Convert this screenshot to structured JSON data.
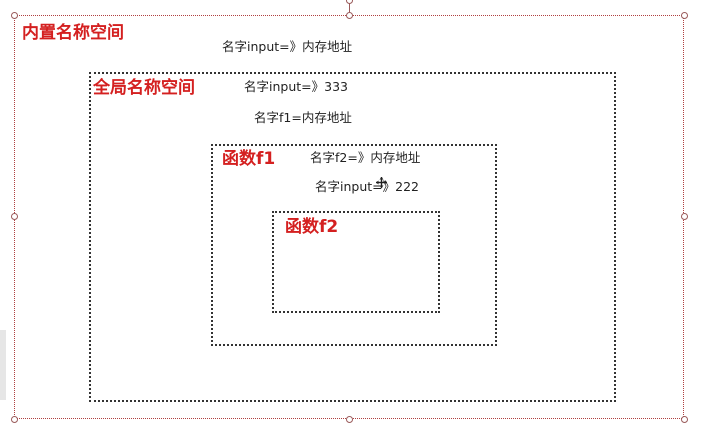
{
  "scopes": {
    "builtin": {
      "title": "内置名称空间",
      "note": "名字input=》内存地址"
    },
    "global": {
      "title": "全局名称空间",
      "note_input": "名字input=》333",
      "note_f1": "名字f1=内存地址"
    },
    "func_f1": {
      "title": "函数f1",
      "note_f2": "名字f2=》内存地址",
      "note_input": "名字input=》222"
    },
    "func_f2": {
      "title": "函数f2"
    }
  },
  "colors": {
    "title_red": "#d42020",
    "border_dark": "#333333",
    "selection_border": "#b04040"
  },
  "icons": {
    "cursor": "move-cursor-icon"
  }
}
